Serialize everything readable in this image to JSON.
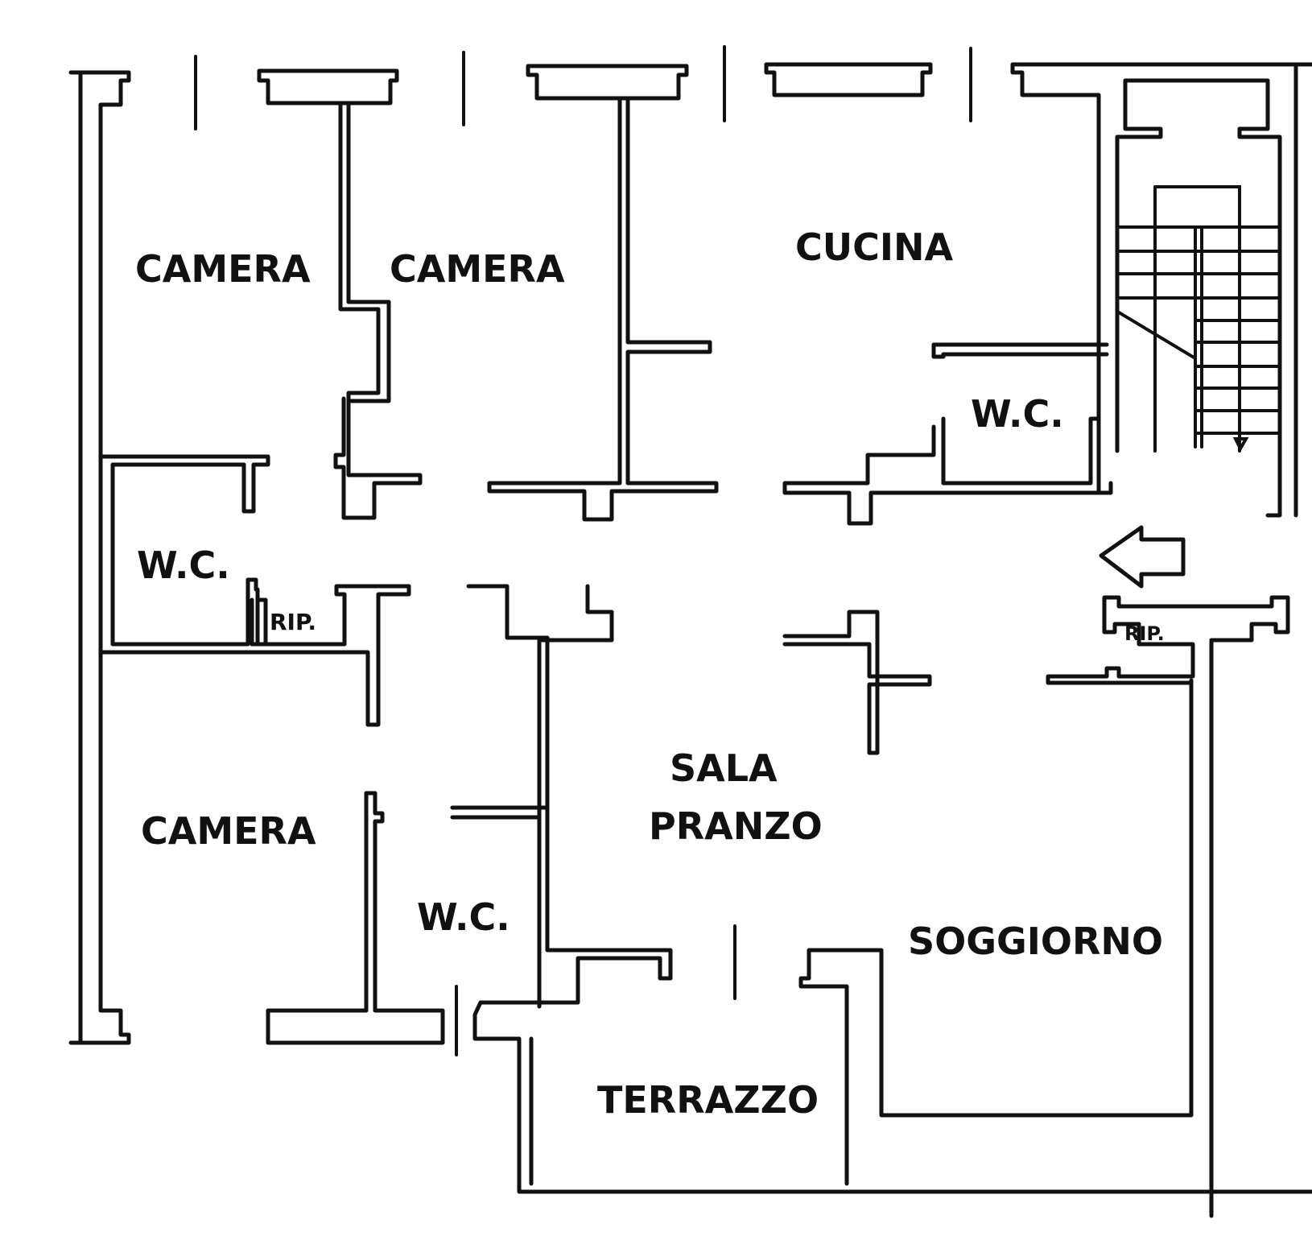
{
  "plan": {
    "title": "Floor plan",
    "ink_color": "#111111",
    "background_color": "#ffffff",
    "rooms": [
      {
        "id": "camera-1",
        "label": "CAMERA"
      },
      {
        "id": "camera-2",
        "label": "CAMERA"
      },
      {
        "id": "cucina",
        "label": "CUCINA"
      },
      {
        "id": "wc-1",
        "label": "W.C."
      },
      {
        "id": "wc-2",
        "label": "W.C."
      },
      {
        "id": "rip-1",
        "label": "RIP."
      },
      {
        "id": "rip-2",
        "label": "RIP."
      },
      {
        "id": "camera-3",
        "label": "CAMERA"
      },
      {
        "id": "wc-3",
        "label": "W.C."
      },
      {
        "id": "sala-pranzo-line1",
        "label": "SALA"
      },
      {
        "id": "sala-pranzo-line2",
        "label": "PRANZO"
      },
      {
        "id": "soggiorno",
        "label": "SOGGIORNO"
      },
      {
        "id": "terrazzo",
        "label": "TERRAZZO"
      }
    ],
    "symbols": {
      "entrance": "entrance-arrow-icon",
      "stair": "staircase-icon"
    }
  }
}
